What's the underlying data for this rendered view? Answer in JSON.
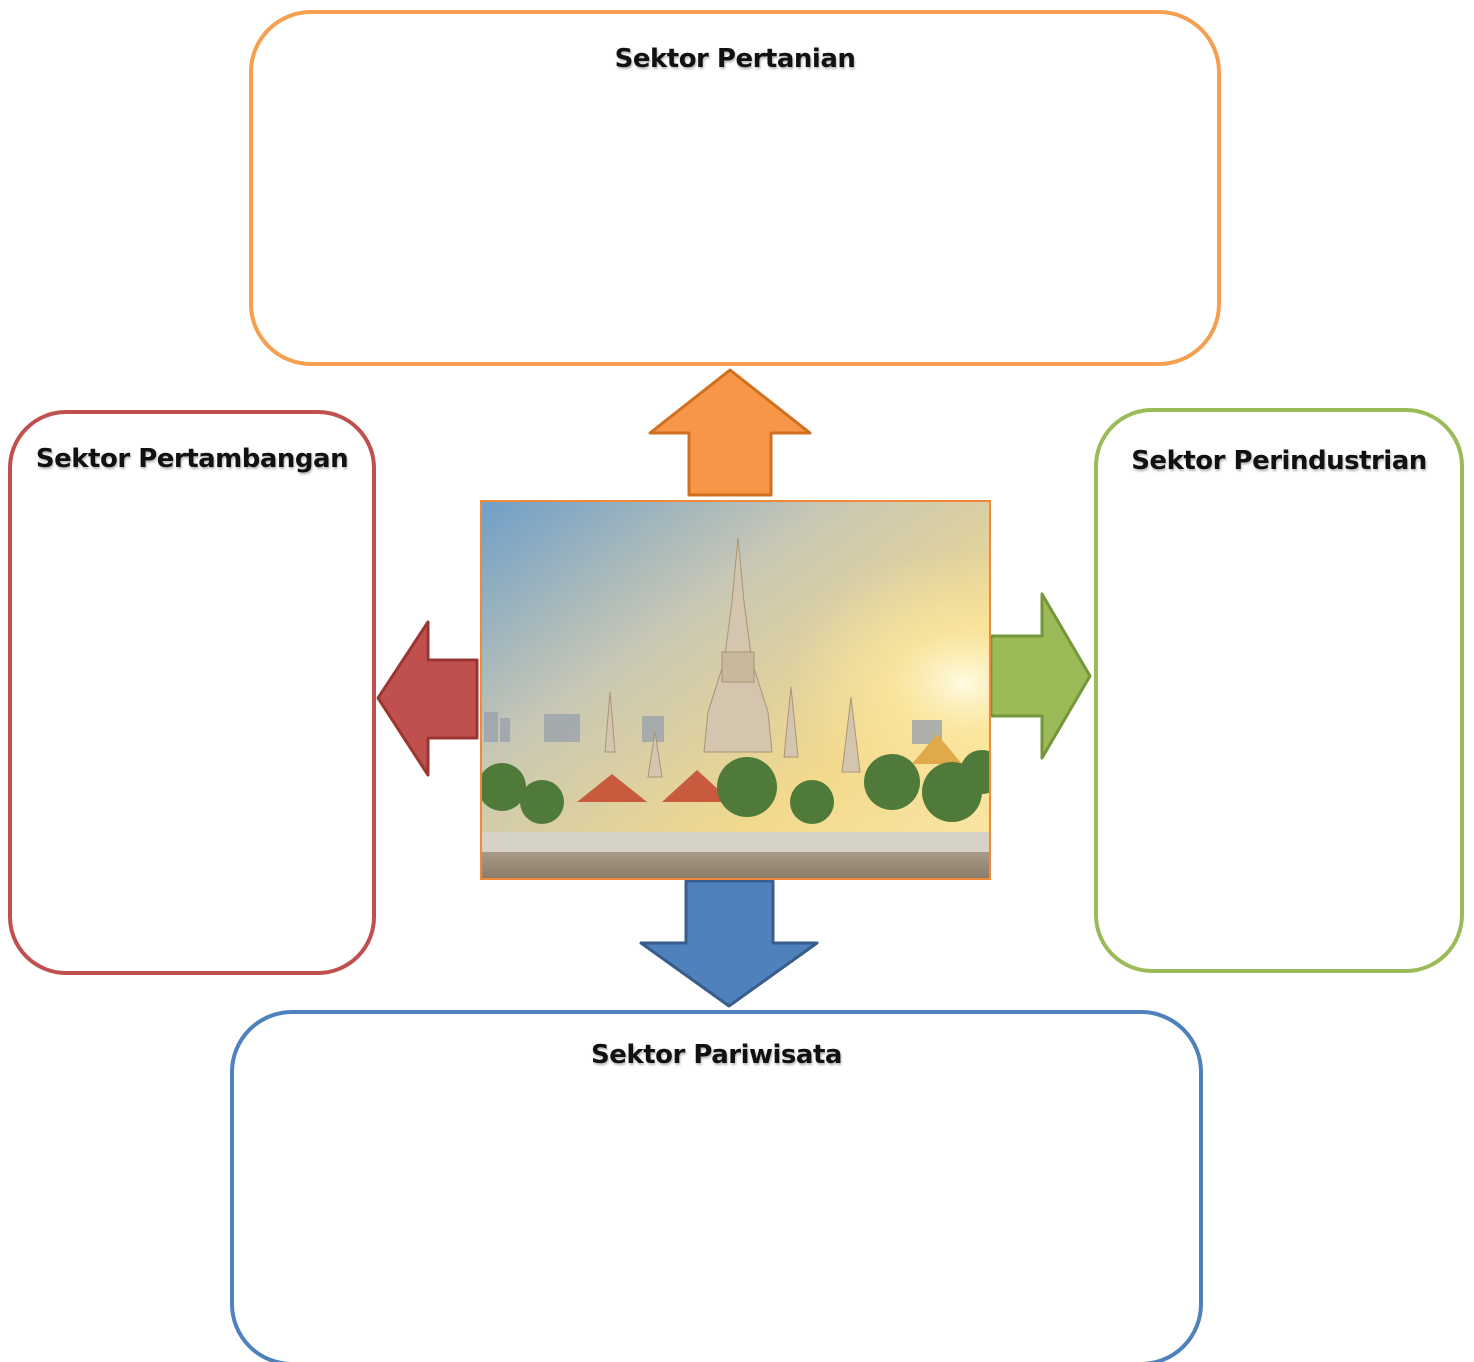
{
  "diagram": {
    "top": {
      "title": "Sektor Pertanian",
      "color": "#f79646"
    },
    "left": {
      "title": "Sektor Pertambangan",
      "color": "#c0504d"
    },
    "right": {
      "title": "Sektor Perindustrian",
      "color": "#9bbb59"
    },
    "bottom": {
      "title": "Sektor Pariwisata",
      "color": "#4f81bd"
    },
    "center": {
      "image": "temple-photo"
    }
  }
}
